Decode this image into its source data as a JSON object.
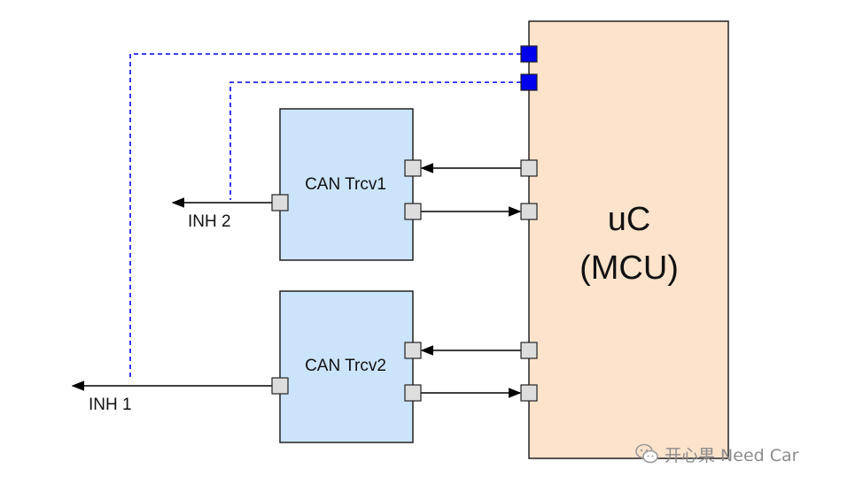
{
  "blocks": {
    "mcu": {
      "line1": "uC",
      "line2": "(MCU)"
    },
    "trcv1": {
      "label": "CAN Trcv1"
    },
    "trcv2": {
      "label": "CAN Trcv2"
    }
  },
  "signals": {
    "inh1": "INH 1",
    "inh2": "INH 2"
  },
  "watermark": {
    "text": "开心果 Need Car",
    "icon": "wechat-icon"
  },
  "colors": {
    "mcu_fill": "#fde3cc",
    "trcv_fill": "#cce4fb",
    "port_fill": "#dddddd",
    "inh_port_fill": "#0000ee",
    "dashed_line": "#0000ee",
    "arrow": "#000000"
  }
}
